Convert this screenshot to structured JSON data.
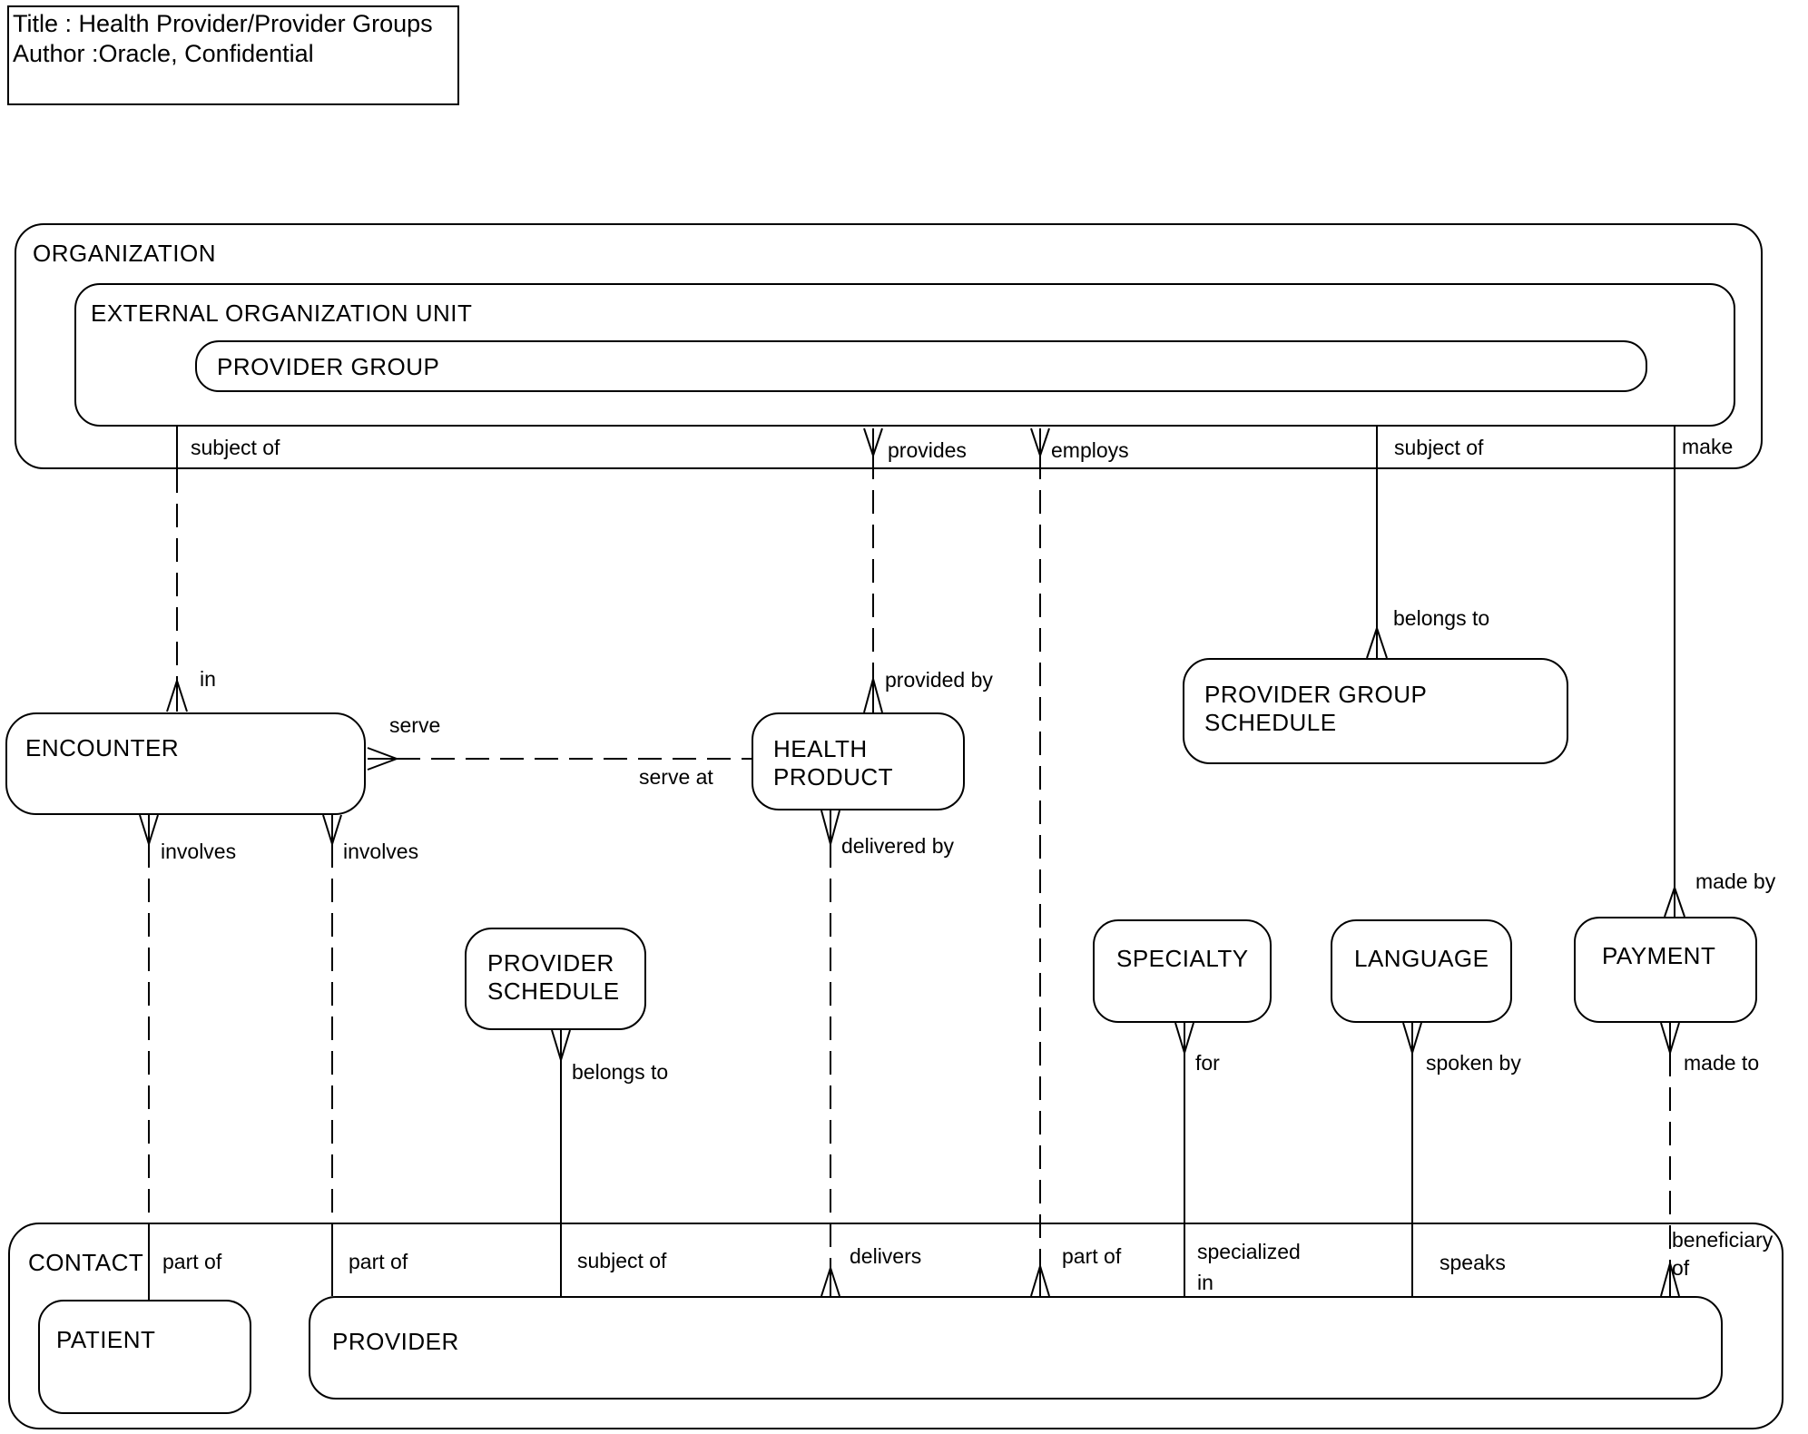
{
  "page": {
    "background": "#ffffff",
    "line_color": "#000000"
  },
  "title_block": {
    "line1": "Title : Health Provider/Provider Groups",
    "line2": "Author :Oracle, Confidential"
  },
  "entities": {
    "organization": "ORGANIZATION",
    "external_organization_unit": "EXTERNAL ORGANIZATION UNIT",
    "provider_group": "PROVIDER GROUP",
    "encounter": "ENCOUNTER",
    "health_product": "HEALTH PRODUCT",
    "provider_group_schedule": "PROVIDER GROUP SCHEDULE",
    "provider_schedule": "PROVIDER SCHEDULE",
    "specialty": "SPECIALTY",
    "language": "LANGUAGE",
    "payment": "PAYMENT",
    "contact": "CONTACT",
    "patient": "PATIENT",
    "provider": "PROVIDER"
  },
  "relationship_labels": {
    "org_encounter_subject_of": "subject of",
    "org_encounter_in": "in",
    "org_health_product_provides": "provides",
    "org_health_product_provided_by": "provided by",
    "org_provider_employs": "employs",
    "org_provider_part_of": "part of",
    "org_pgs_subject_of": "subject of",
    "org_pgs_belongs_to": "belongs to",
    "org_payment_make": "make",
    "org_payment_made_by": "made by",
    "encounter_hp_serve": "serve",
    "encounter_hp_serve_at": "serve at",
    "encounter_patient_involves": "involves",
    "encounter_provider_involves": "involves",
    "encounter_patient_part_of": "part of",
    "encounter_provider_part_of": "part of",
    "hp_provider_delivered_by": "delivered by",
    "hp_provider_delivers": "delivers",
    "ps_provider_belongs_to": "belongs to",
    "ps_provider_subject_of": "subject of",
    "specialty_provider_for": "for",
    "specialty_provider_specialized_in": "specialized in",
    "language_provider_spoken_by": "spoken by",
    "language_provider_speaks": "speaks",
    "payment_provider_made_to": "made to",
    "payment_provider_beneficiary_of": "beneficiary of"
  }
}
